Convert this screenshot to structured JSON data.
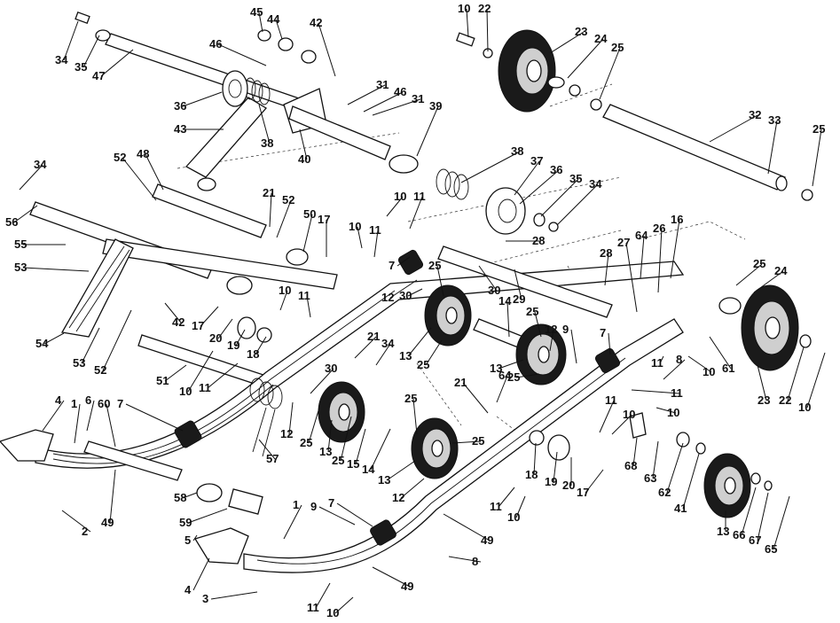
{
  "callouts": [
    {
      "id": "c-10a",
      "text": "10"
    },
    {
      "id": "c-22a",
      "text": "22"
    },
    {
      "id": "c-23a",
      "text": "23"
    },
    {
      "id": "c-24a",
      "text": "24"
    },
    {
      "id": "c-25a",
      "text": "25"
    },
    {
      "id": "c-45",
      "text": "45"
    },
    {
      "id": "c-44",
      "text": "44"
    },
    {
      "id": "c-42a",
      "text": "42"
    },
    {
      "id": "c-46a",
      "text": "46"
    },
    {
      "id": "c-34a",
      "text": "34"
    },
    {
      "id": "c-35a",
      "text": "35"
    },
    {
      "id": "c-47",
      "text": "47"
    },
    {
      "id": "c-31a",
      "text": "31"
    },
    {
      "id": "c-46b",
      "text": "46"
    },
    {
      "id": "c-31b",
      "text": "31"
    },
    {
      "id": "c-36a",
      "text": "36"
    },
    {
      "id": "c-43",
      "text": "43"
    },
    {
      "id": "c-38a",
      "text": "38"
    },
    {
      "id": "c-40",
      "text": "40"
    },
    {
      "id": "c-39",
      "text": "39"
    },
    {
      "id": "c-32",
      "text": "32"
    },
    {
      "id": "c-33",
      "text": "33"
    },
    {
      "id": "c-25b",
      "text": "25"
    },
    {
      "id": "c-38b",
      "text": "38"
    },
    {
      "id": "c-37",
      "text": "37"
    },
    {
      "id": "c-36b",
      "text": "36"
    },
    {
      "id": "c-35b",
      "text": "35"
    },
    {
      "id": "c-34b",
      "text": "34"
    },
    {
      "id": "c-34c",
      "text": "34"
    },
    {
      "id": "c-52a",
      "text": "52"
    },
    {
      "id": "c-48",
      "text": "48"
    },
    {
      "id": "c-56",
      "text": "56"
    },
    {
      "id": "c-21a",
      "text": "21"
    },
    {
      "id": "c-52b",
      "text": "52"
    },
    {
      "id": "c-50",
      "text": "50"
    },
    {
      "id": "c-17a",
      "text": "17"
    },
    {
      "id": "c-10b",
      "text": "10"
    },
    {
      "id": "c-11a",
      "text": "11"
    },
    {
      "id": "c-10c",
      "text": "10"
    },
    {
      "id": "c-11b",
      "text": "11"
    },
    {
      "id": "c-28a",
      "text": "28"
    },
    {
      "id": "c-55",
      "text": "55"
    },
    {
      "id": "c-53a",
      "text": "53"
    },
    {
      "id": "c-7a",
      "text": "7"
    },
    {
      "id": "c-25c",
      "text": "25"
    },
    {
      "id": "c-28b",
      "text": "28"
    },
    {
      "id": "c-27",
      "text": "27"
    },
    {
      "id": "c-64a",
      "text": "64"
    },
    {
      "id": "c-26",
      "text": "26"
    },
    {
      "id": "c-16",
      "text": "16"
    },
    {
      "id": "c-25d",
      "text": "25"
    },
    {
      "id": "c-24b",
      "text": "24"
    },
    {
      "id": "c-10d",
      "text": "10"
    },
    {
      "id": "c-11c",
      "text": "11"
    },
    {
      "id": "c-42b",
      "text": "42"
    },
    {
      "id": "c-17b",
      "text": "17"
    },
    {
      "id": "c-12a",
      "text": "12"
    },
    {
      "id": "c-30a",
      "text": "30"
    },
    {
      "id": "c-30b",
      "text": "30"
    },
    {
      "id": "c-14a",
      "text": "14"
    },
    {
      "id": "c-29",
      "text": "29"
    },
    {
      "id": "c-25e",
      "text": "25"
    },
    {
      "id": "c-12b",
      "text": "12"
    },
    {
      "id": "c-9a",
      "text": "9"
    },
    {
      "id": "c-7b",
      "text": "7"
    },
    {
      "id": "c-54",
      "text": "54"
    },
    {
      "id": "c-53b",
      "text": "53"
    },
    {
      "id": "c-52c",
      "text": "52"
    },
    {
      "id": "c-20a",
      "text": "20"
    },
    {
      "id": "c-19a",
      "text": "19"
    },
    {
      "id": "c-18a",
      "text": "18"
    },
    {
      "id": "c-21b",
      "text": "21"
    },
    {
      "id": "c-34d",
      "text": "34"
    },
    {
      "id": "c-13a",
      "text": "13"
    },
    {
      "id": "c-25f",
      "text": "25"
    },
    {
      "id": "c-13b",
      "text": "13"
    },
    {
      "id": "c-25g",
      "text": "25"
    },
    {
      "id": "c-11d",
      "text": "11"
    },
    {
      "id": "c-8a",
      "text": "8"
    },
    {
      "id": "c-10e",
      "text": "10"
    },
    {
      "id": "c-61",
      "text": "61"
    },
    {
      "id": "c-11e",
      "text": "11"
    },
    {
      "id": "c-10f",
      "text": "10"
    },
    {
      "id": "c-51",
      "text": "51"
    },
    {
      "id": "c-10g",
      "text": "10"
    },
    {
      "id": "c-11f",
      "text": "11"
    },
    {
      "id": "c-30c",
      "text": "30"
    },
    {
      "id": "c-21c",
      "text": "21"
    },
    {
      "id": "c-64b",
      "text": "64"
    },
    {
      "id": "c-23b",
      "text": "23"
    },
    {
      "id": "c-22b",
      "text": "22"
    },
    {
      "id": "c-10h",
      "text": "10"
    },
    {
      "id": "c-7c",
      "text": "7"
    },
    {
      "id": "c-12c",
      "text": "12"
    },
    {
      "id": "c-25h",
      "text": "25"
    },
    {
      "id": "c-13c",
      "text": "13"
    },
    {
      "id": "c-25i",
      "text": "25"
    },
    {
      "id": "c-15",
      "text": "15"
    },
    {
      "id": "c-14b",
      "text": "14"
    },
    {
      "id": "c-13d",
      "text": "13"
    },
    {
      "id": "c-12d",
      "text": "12"
    },
    {
      "id": "c-25j",
      "text": "25"
    },
    {
      "id": "c-25k",
      "text": "25"
    },
    {
      "id": "c-57",
      "text": "57"
    },
    {
      "id": "c-4a",
      "text": "4"
    },
    {
      "id": "c-6",
      "text": "6"
    },
    {
      "id": "c-1a",
      "text": "1"
    },
    {
      "id": "c-2",
      "text": "2"
    },
    {
      "id": "c-60",
      "text": "60"
    },
    {
      "id": "c-49a",
      "text": "49"
    },
    {
      "id": "c-11g",
      "text": "11"
    },
    {
      "id": "c-10i",
      "text": "10"
    },
    {
      "id": "c-18b",
      "text": "18"
    },
    {
      "id": "c-19b",
      "text": "19"
    },
    {
      "id": "c-20b",
      "text": "20"
    },
    {
      "id": "c-17c",
      "text": "17"
    },
    {
      "id": "c-68",
      "text": "68"
    },
    {
      "id": "c-63",
      "text": "63"
    },
    {
      "id": "c-62",
      "text": "62"
    },
    {
      "id": "c-41",
      "text": "41"
    },
    {
      "id": "c-13e",
      "text": "13"
    },
    {
      "id": "c-66",
      "text": "66"
    },
    {
      "id": "c-67",
      "text": "67"
    },
    {
      "id": "c-65",
      "text": "65"
    },
    {
      "id": "c-58",
      "text": "58"
    },
    {
      "id": "c-59",
      "text": "59"
    },
    {
      "id": "c-5",
      "text": "5"
    },
    {
      "id": "c-9b",
      "text": "9"
    },
    {
      "id": "c-7d",
      "text": "7"
    },
    {
      "id": "c-1b",
      "text": "1"
    },
    {
      "id": "c-49b",
      "text": "49"
    },
    {
      "id": "c-8b",
      "text": "8"
    },
    {
      "id": "c-4b",
      "text": "4"
    },
    {
      "id": "c-3",
      "text": "3"
    },
    {
      "id": "c-49c",
      "text": "49"
    },
    {
      "id": "c-11h",
      "text": "11"
    },
    {
      "id": "c-10j",
      "text": "10"
    },
    {
      "id": "c-11i",
      "text": "11"
    },
    {
      "id": "c-10k",
      "text": "10"
    }
  ]
}
